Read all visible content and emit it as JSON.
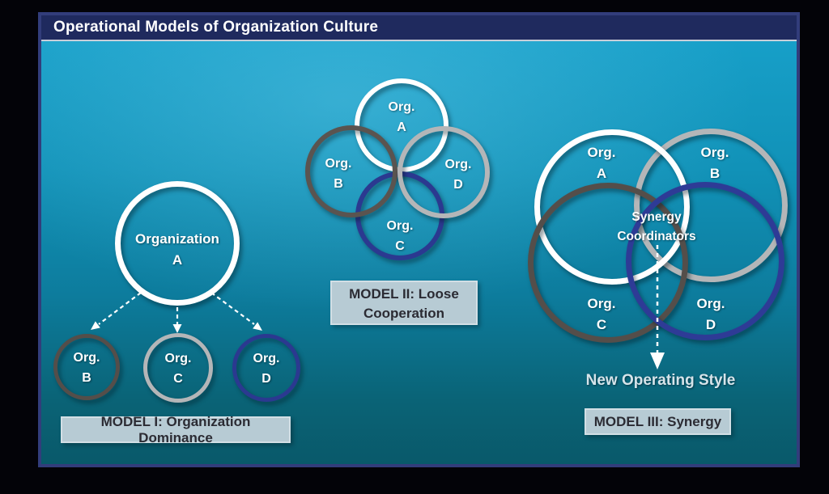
{
  "title": "Operational Models of Organization Culture",
  "model1": {
    "caption": "MODEL I: Organization Dominance",
    "org_a_line1": "Organization",
    "org_a_line2": "A",
    "org_b_line1": "Org.",
    "org_b_line2": "B",
    "org_c_line1": "Org.",
    "org_c_line2": "C",
    "org_d_line1": "Org.",
    "org_d_line2": "D"
  },
  "model2": {
    "caption_line1": "MODEL II: Loose",
    "caption_line2": "Cooperation",
    "org_a_line1": "Org.",
    "org_a_line2": "A",
    "org_b_line1": "Org.",
    "org_b_line2": "B",
    "org_c_line1": "Org.",
    "org_c_line2": "C",
    "org_d_line1": "Org.",
    "org_d_line2": "D"
  },
  "model3": {
    "caption": "MODEL III: Synergy",
    "org_a_line1": "Org.",
    "org_a_line2": "A",
    "org_b_line1": "Org.",
    "org_b_line2": "B",
    "org_c_line1": "Org.",
    "org_c_line2": "C",
    "org_d_line1": "Org.",
    "org_d_line2": "D",
    "center_line1": "Synergy",
    "center_line2": "Coordinators",
    "arrow_caption": "New Operating Style"
  },
  "colors": {
    "slide_header": "#1f2a5e",
    "slide_frame": "#323d7b",
    "background_top": "#179fc8",
    "background_bottom": "#09596a",
    "ring_white": "#ffffff",
    "ring_silver": "#b4b6b8",
    "ring_gray": "#544e4a",
    "ring_navy": "#2b3990",
    "caption_box_bg": "#b7cbd4",
    "caption_text": "#2b2b33",
    "arrow_color": "#ffffff"
  }
}
